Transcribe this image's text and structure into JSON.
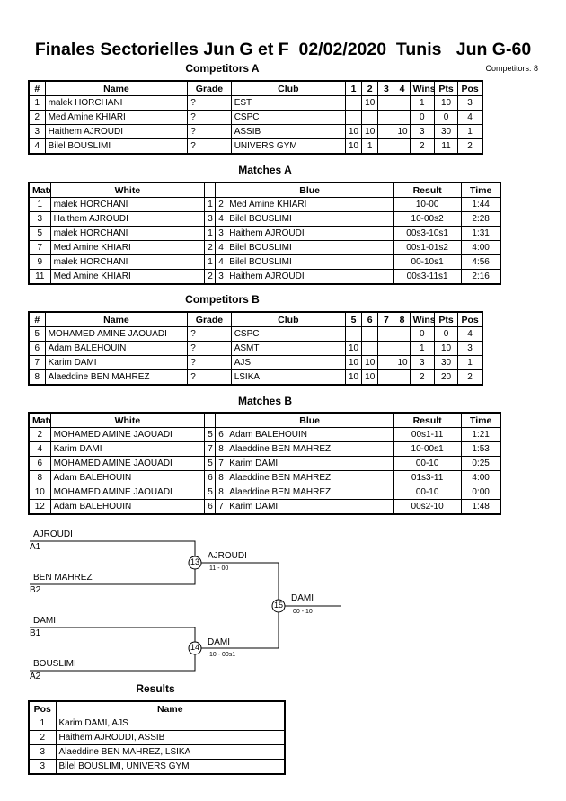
{
  "title": "Finales Sectorielles Jun G et F  02/02/2020  Tunis   Jun G-60",
  "competitors_count": "Competitors: 8",
  "competitors_a": {
    "heading": "Competitors A",
    "headers": [
      "#",
      "Name",
      "Grade",
      "Club",
      "1",
      "2",
      "3",
      "4",
      "Wins",
      "Pts",
      "Pos"
    ],
    "rows": [
      [
        "1",
        "malek HORCHANI",
        "?",
        "EST",
        "",
        "10",
        "",
        "",
        "1",
        "10",
        "3"
      ],
      [
        "2",
        "Med Amine KHIARI",
        "?",
        "CSPC",
        "",
        "",
        "",
        "",
        "0",
        "0",
        "4"
      ],
      [
        "3",
        "Haithem AJROUDI",
        "?",
        "ASSIB",
        "10",
        "10",
        "",
        "10",
        "3",
        "30",
        "1"
      ],
      [
        "4",
        "Bilel BOUSLIMI",
        "?",
        "UNIVERS GYM",
        "10",
        "1",
        "",
        "",
        "2",
        "11",
        "2"
      ]
    ]
  },
  "matches_a": {
    "heading": "Matches A",
    "headers": [
      "Match",
      "White",
      "",
      "",
      "Blue",
      "Result",
      "Time"
    ],
    "rows": [
      [
        "1",
        "malek HORCHANI",
        "1",
        "2",
        "Med Amine KHIARI",
        "10-00",
        "1:44"
      ],
      [
        "3",
        "Haithem AJROUDI",
        "3",
        "4",
        "Bilel BOUSLIMI",
        "10-00s2",
        "2:28"
      ],
      [
        "5",
        "malek HORCHANI",
        "1",
        "3",
        "Haithem AJROUDI",
        "00s3-10s1",
        "1:31"
      ],
      [
        "7",
        "Med Amine KHIARI",
        "2",
        "4",
        "Bilel BOUSLIMI",
        "00s1-01s2",
        "4:00"
      ],
      [
        "9",
        "malek HORCHANI",
        "1",
        "4",
        "Bilel BOUSLIMI",
        "00-10s1",
        "4:56"
      ],
      [
        "11",
        "Med Amine KHIARI",
        "2",
        "3",
        "Haithem AJROUDI",
        "00s3-11s1",
        "2:16"
      ]
    ]
  },
  "competitors_b": {
    "heading": "Competitors B",
    "headers": [
      "#",
      "Name",
      "Grade",
      "Club",
      "5",
      "6",
      "7",
      "8",
      "Wins",
      "Pts",
      "Pos"
    ],
    "rows": [
      [
        "5",
        "MOHAMED AMINE JAOUADI",
        "?",
        "CSPC",
        "",
        "",
        "",
        "",
        "0",
        "0",
        "4"
      ],
      [
        "6",
        "Adam BALEHOUIN",
        "?",
        "ASMT",
        "10",
        "",
        "",
        "",
        "1",
        "10",
        "3"
      ],
      [
        "7",
        "Karim DAMI",
        "?",
        "AJS",
        "10",
        "10",
        "",
        "10",
        "3",
        "30",
        "1"
      ],
      [
        "8",
        "Alaeddine BEN MAHREZ",
        "?",
        "LSIKA",
        "10",
        "10",
        "",
        "",
        "2",
        "20",
        "2"
      ]
    ]
  },
  "matches_b": {
    "heading": "Matches B",
    "headers": [
      "Match",
      "White",
      "",
      "",
      "Blue",
      "Result",
      "Time"
    ],
    "rows": [
      [
        "2",
        "MOHAMED AMINE JAOUADI",
        "5",
        "6",
        "Adam BALEHOUIN",
        "00s1-11",
        "1:21"
      ],
      [
        "4",
        "Karim DAMI",
        "7",
        "8",
        "Alaeddine BEN MAHREZ",
        "10-00s1",
        "1:53"
      ],
      [
        "6",
        "MOHAMED AMINE JAOUADI",
        "5",
        "7",
        "Karim DAMI",
        "00-10",
        "0:25"
      ],
      [
        "8",
        "Adam BALEHOUIN",
        "6",
        "8",
        "Alaeddine BEN MAHREZ",
        "01s3-11",
        "4:00"
      ],
      [
        "10",
        "MOHAMED AMINE JAOUADI",
        "5",
        "8",
        "Alaeddine BEN MAHREZ",
        "00-10",
        "0:00"
      ],
      [
        "12",
        "Adam BALEHOUIN",
        "6",
        "7",
        "Karim DAMI",
        "00s2-10",
        "1:48"
      ]
    ]
  },
  "bracket": {
    "a1_name": "AJROUDI",
    "a1_seed": "A1",
    "b2_name": "BEN MAHREZ",
    "b2_seed": "B2",
    "b1_name": "DAMI",
    "b1_seed": "B1",
    "a2_name": "BOUSLIMI",
    "a2_seed": "A2",
    "m13_no": "13",
    "m13_winner": "AJROUDI",
    "m13_score": "11 - 00",
    "m14_no": "14",
    "m14_winner": "DAMI",
    "m14_score": "10 - 00s1",
    "m15_no": "15",
    "m15_winner": "DAMI",
    "m15_score": "00 - 10"
  },
  "results": {
    "heading": "Results",
    "headers": [
      "Pos",
      "Name"
    ],
    "rows": [
      [
        "1",
        "Karim DAMI, AJS"
      ],
      [
        "2",
        "Haithem AJROUDI, ASSIB"
      ],
      [
        "3",
        "Alaeddine BEN MAHREZ, LSIKA"
      ],
      [
        "3",
        "Bilel BOUSLIMI, UNIVERS GYM"
      ]
    ]
  }
}
